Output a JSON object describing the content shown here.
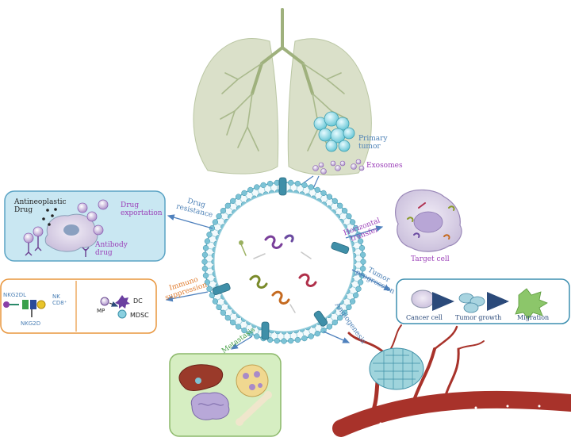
{
  "colors": {
    "lung": "#c9d4b0",
    "lung_edge": "#a9b98c",
    "membrane": "#5ab0c6",
    "arrow": "#4f81bd",
    "blue_text": "#4a7fb5",
    "purple_text": "#9b3fb8",
    "orange_text": "#e07b2c",
    "green_text": "#4aa04a",
    "vessel": "#a8322a"
  },
  "diagram": {
    "primary_tumor": "Primary\ntumor",
    "exosomes": "Exosomes",
    "drug_resistance": "Drug\nresistance",
    "horizontal_transfer": "Horizontal\ntransfer",
    "tumor_progression": "Tumor\nprogression",
    "immuno_suppression": "Immuno\nsuppression",
    "metastasis": "Metastasis",
    "angiogenesis": "Angiogenesis",
    "drug_box": {
      "antineoplastic_drug": "Antineoplastic\nDrug",
      "drug_exportation": "Drug\nexportation",
      "antibody_drug": "Antibody\ndrug"
    },
    "target_cell": "Target cell",
    "progression_box": {
      "cancer_cell": "Cancer cell",
      "tumor_growth": "Tumor growth",
      "migration": "Migration"
    },
    "immune_box": {
      "nkg2dl": "NKG2DL",
      "nk": "NK",
      "cd8": "CD8⁺",
      "nkg2d": "NKG2D",
      "mp": "MP",
      "dc": "DC",
      "mdsc": "MDSC"
    }
  }
}
